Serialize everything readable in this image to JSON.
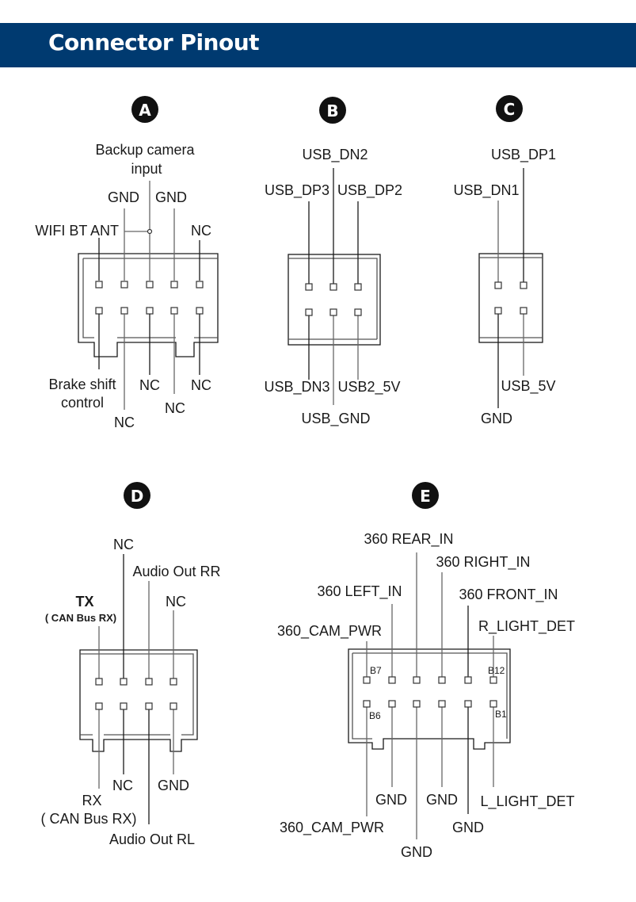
{
  "header": {
    "title": "Connector Pinout"
  },
  "colors": {
    "header_bg": "#003a70",
    "line": "#1a1a1a",
    "line_gray": "#777777",
    "badge": "#111111"
  },
  "connectors": [
    {
      "id": "A",
      "badge": "A",
      "top_labels": [
        {
          "text": "WIFI BT ANT",
          "pin": 1
        },
        {
          "text": "GND",
          "pin": 2
        },
        {
          "text": "Backup camera",
          "pin": 3
        },
        {
          "text": "input",
          "pin": 3
        },
        {
          "text": "GND",
          "pin": 4
        },
        {
          "text": "NC",
          "pin": 5
        }
      ],
      "bottom_labels": [
        {
          "text": "Brake shift",
          "pin": 1
        },
        {
          "text": "control",
          "pin": 1
        },
        {
          "text": "NC",
          "pin": 2
        },
        {
          "text": "NC",
          "pin": 3
        },
        {
          "text": "NC",
          "pin": 4
        },
        {
          "text": "NC",
          "pin": 5
        }
      ],
      "note": "Backup camera input joined to GND line by a junction node"
    },
    {
      "id": "B",
      "badge": "B",
      "top_labels": [
        {
          "text": "USB_DP3",
          "pin": 1
        },
        {
          "text": "USB_DN2",
          "pin": 2
        },
        {
          "text": "USB_DP2",
          "pin": 3
        }
      ],
      "bottom_labels": [
        {
          "text": "USB_DN3",
          "pin": 1
        },
        {
          "text": "USB_GND",
          "pin": 2
        },
        {
          "text": "USB2_5V",
          "pin": 3
        }
      ]
    },
    {
      "id": "C",
      "badge": "C",
      "top_labels": [
        {
          "text": "USB_DN1",
          "pin": 1
        },
        {
          "text": "USB_DP1",
          "pin": 2
        }
      ],
      "bottom_labels": [
        {
          "text": "GND",
          "pin": 1
        },
        {
          "text": "USB_5V",
          "pin": 2
        }
      ]
    },
    {
      "id": "D",
      "badge": "D",
      "top_labels": [
        {
          "text": "TX",
          "pin": 1
        },
        {
          "text": "( CAN Bus RX)",
          "pin": 1
        },
        {
          "text": "NC",
          "pin": 2
        },
        {
          "text": "Audio Out RR",
          "pin": 3
        },
        {
          "text": "NC",
          "pin": 4
        }
      ],
      "bottom_labels": [
        {
          "text": "RX",
          "pin": 1
        },
        {
          "text": "( CAN Bus RX)",
          "pin": 1
        },
        {
          "text": "NC",
          "pin": 2
        },
        {
          "text": "Audio Out RL",
          "pin": 3
        },
        {
          "text": "GND",
          "pin": 4
        }
      ]
    },
    {
      "id": "E",
      "badge": "E",
      "pin_markers": [
        "B7",
        "B12",
        "B6",
        "B1"
      ],
      "top_labels": [
        {
          "text": "360_CAM_PWR",
          "pin": 1
        },
        {
          "text": "360 LEFT_IN",
          "pin": 2
        },
        {
          "text": "360 REAR_IN",
          "pin": 3
        },
        {
          "text": "360 RIGHT_IN",
          "pin": 4
        },
        {
          "text": "360 FRONT_IN",
          "pin": 5
        },
        {
          "text": "R_LIGHT_DET",
          "pin": 6
        }
      ],
      "bottom_labels": [
        {
          "text": "360_CAM_PWR",
          "pin": 1
        },
        {
          "text": "GND",
          "pin": 2
        },
        {
          "text": "GND",
          "pin": 3
        },
        {
          "text": "GND",
          "pin": 4
        },
        {
          "text": "GND",
          "pin": 5
        },
        {
          "text": "L_LIGHT_DET",
          "pin": 6
        }
      ]
    }
  ]
}
